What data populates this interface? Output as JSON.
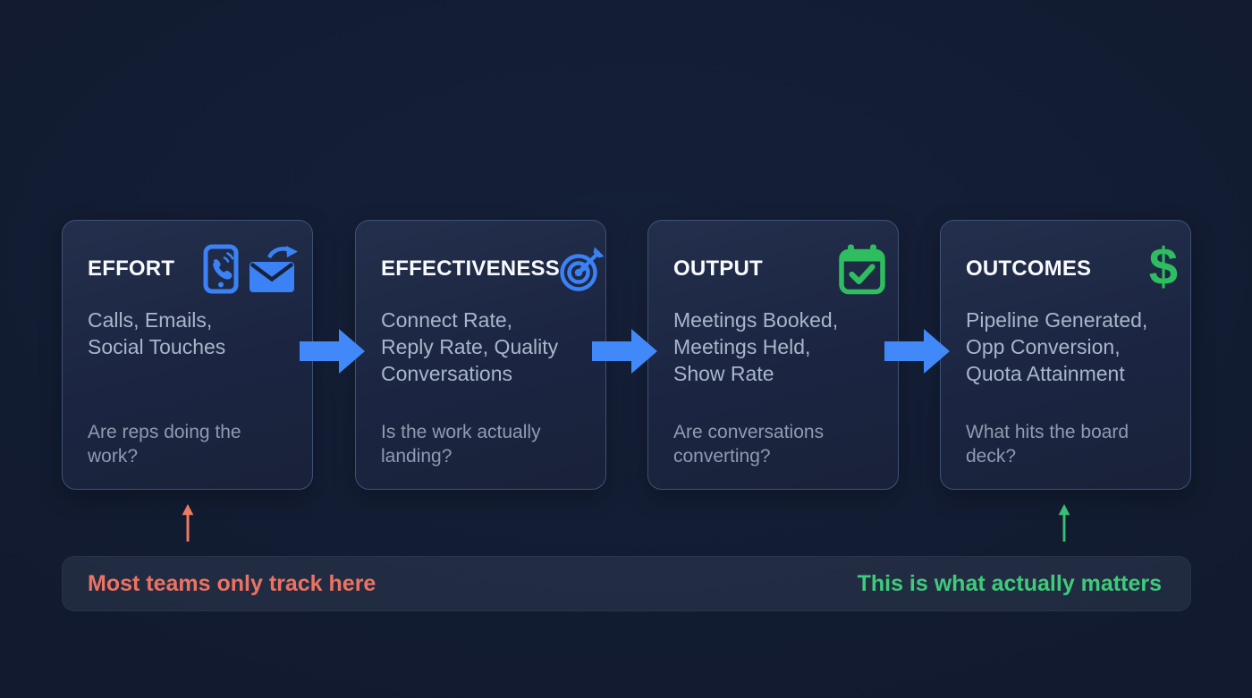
{
  "colors": {
    "background": "#111a2e",
    "card_background": "#1b2541",
    "card_border": "#3e5175",
    "title_text": "#f8fafc",
    "metrics_text": "#a9b6ca",
    "question_text": "#8f9bb0",
    "blue_accent": "#3b82f6",
    "flow_arrow_blue": "#4189f8",
    "green_accent": "#2ebd5f",
    "bar_left_text": "#ec7361",
    "bar_right_text": "#3ecb7a",
    "pointer_orange": "#ed7a62",
    "pointer_green": "#3bbd72"
  },
  "cards": [
    {
      "title": "EFFORT",
      "icons": [
        "smartphone-call-icon",
        "send-email-icon"
      ],
      "metrics": [
        "Calls, Emails,",
        "Social Touches"
      ],
      "question": [
        "Are reps doing the",
        "work?"
      ]
    },
    {
      "title": "EFFECTIVENESS",
      "icons": [
        "target-dart-icon"
      ],
      "metrics": [
        "Connect Rate,",
        "Reply Rate, Quality",
        "Conversations"
      ],
      "question": [
        "Is the work actually",
        "landing?"
      ]
    },
    {
      "title": "OUTPUT",
      "icons": [
        "calendar-check-icon"
      ],
      "metrics": [
        "Meetings Booked,",
        "Meetings Held,",
        "Show Rate"
      ],
      "question": [
        "Are conversations",
        "converting?"
      ]
    },
    {
      "title": "OUTCOMES",
      "icons": [
        "dollar-sign-icon"
      ],
      "icon_glyph": "$",
      "metrics": [
        "Pipeline Generated,",
        "Opp Conversion,",
        "Quota Attainment"
      ],
      "question": [
        "What hits the board",
        "deck?"
      ]
    }
  ],
  "flow": {
    "arrow_count": 3,
    "direction": "left-to-right"
  },
  "bottom_bar": {
    "left_label": "Most teams only track here",
    "right_label": "This is what actually matters"
  }
}
